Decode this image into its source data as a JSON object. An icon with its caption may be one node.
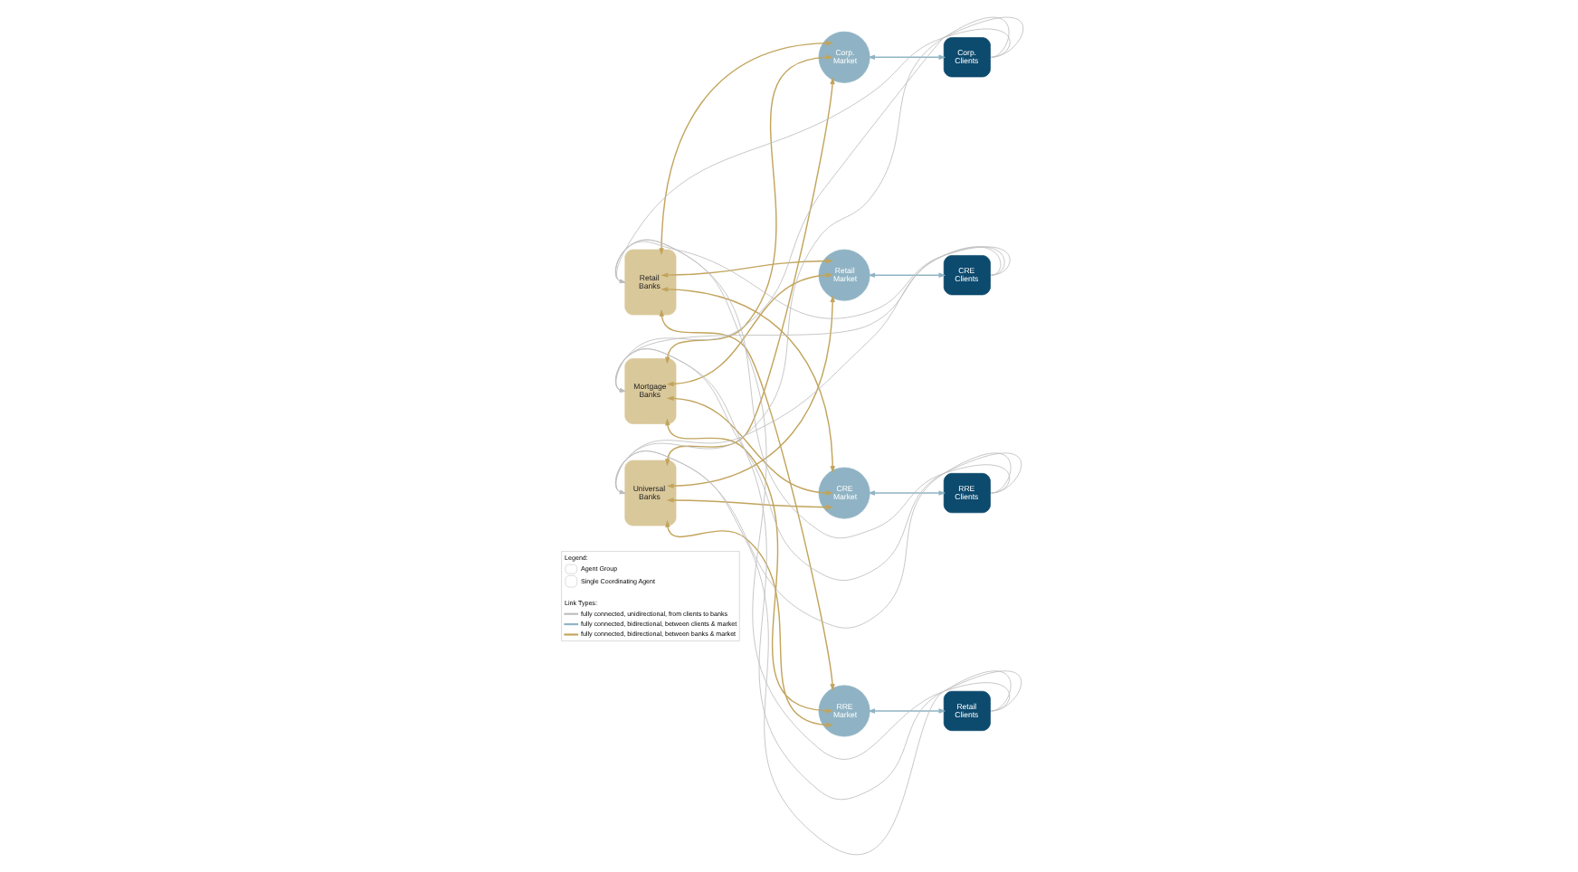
{
  "diagram": {
    "nodes": [
      {
        "text": [
          "Retail Banks"
        ]
      },
      {
        "text": [
          "Mortgage Banks"
        ]
      },
      {
        "text": [
          "Universal Banks"
        ]
      },
      {
        "text": [
          "Corp. Market"
        ]
      },
      {
        "text": [
          "Retail Market"
        ]
      },
      {
        "text": [
          "CRE Market"
        ]
      },
      {
        "text": [
          "RRE Market"
        ]
      },
      {
        "text": [
          "Corp. Clients"
        ]
      },
      {
        "text": [
          "CRE Clients"
        ]
      },
      {
        "text": [
          "RRE Clients"
        ]
      },
      {
        "text": [
          "Retail Clients"
        ]
      }
    ],
    "edges": [
      {
        "from": 0,
        "to": 3,
        "arrow": "both",
        "color": "#c2a45c"
      },
      {
        "from": 0,
        "to": 4,
        "arrow": "both",
        "color": "#c2a45c"
      },
      {
        "from": 0,
        "to": 5,
        "arrow": "both",
        "color": "#c2a45c"
      },
      {
        "from": 0,
        "to": 6,
        "arrow": "both",
        "color": "#c2a45c"
      },
      {
        "from": 1,
        "to": 3,
        "arrow": "both",
        "color": "#c2a45c"
      },
      {
        "from": 1,
        "to": 4,
        "arrow": "both",
        "color": "#c2a45c"
      },
      {
        "from": 1,
        "to": 5,
        "arrow": "both",
        "color": "#c2a45c"
      },
      {
        "from": 1,
        "to": 6,
        "arrow": "both",
        "color": "#c2a45c"
      },
      {
        "from": 2,
        "to": 3,
        "arrow": "both",
        "color": "#c2a45c"
      },
      {
        "from": 2,
        "to": 4,
        "arrow": "both",
        "color": "#c2a45c"
      },
      {
        "from": 2,
        "to": 5,
        "arrow": "both",
        "color": "#c2a45c"
      },
      {
        "from": 2,
        "to": 6,
        "arrow": "both",
        "color": "#c2a45c"
      },
      {
        "from": 3,
        "to": 7,
        "arrow": "both",
        "color": "#8fb3c4"
      },
      {
        "from": 4,
        "to": 8,
        "arrow": "both",
        "color": "#8fb3c4"
      },
      {
        "from": 5,
        "to": 9,
        "arrow": "both",
        "color": "#8fb3c4"
      },
      {
        "from": 6,
        "to": 10,
        "arrow": "both",
        "color": "#8fb3c4"
      },
      {
        "from": 7,
        "to": 0,
        "arrow": "to",
        "color": "#bdbdbd"
      },
      {
        "from": 7,
        "to": 1,
        "arrow": "to",
        "color": "#bdbdbd"
      },
      {
        "from": 7,
        "to": 2,
        "arrow": "to",
        "color": "#bdbdbd"
      },
      {
        "from": 8,
        "to": 0,
        "arrow": "to",
        "color": "#bdbdbd"
      },
      {
        "from": 8,
        "to": 1,
        "arrow": "to",
        "color": "#bdbdbd"
      },
      {
        "from": 8,
        "to": 2,
        "arrow": "to",
        "color": "#bdbdbd"
      },
      {
        "from": 9,
        "to": 0,
        "arrow": "to",
        "color": "#bdbdbd"
      },
      {
        "from": 9,
        "to": 1,
        "arrow": "to",
        "color": "#bdbdbd"
      },
      {
        "from": 9,
        "to": 2,
        "arrow": "to",
        "color": "#bdbdbd"
      },
      {
        "from": 10,
        "to": 0,
        "arrow": "to",
        "color": "#bdbdbd"
      },
      {
        "from": 10,
        "to": 1,
        "arrow": "to",
        "color": "#bdbdbd"
      },
      {
        "from": 10,
        "to": 2,
        "arrow": "to",
        "color": "#bdbdbd"
      }
    ],
    "labels": [
      "Legend:",
      "Link Types:"
    ],
    "legend": [
      {
        "text": "Agent Group"
      },
      {
        "text": "Single Coordinating Agent"
      },
      {
        "text": "fully connected, unidirectional, from clients to banks"
      },
      {
        "text": "fully connected, bidirectional, between clients & market"
      },
      {
        "text": "fully connected, bidirectional, between banks & market"
      }
    ]
  }
}
